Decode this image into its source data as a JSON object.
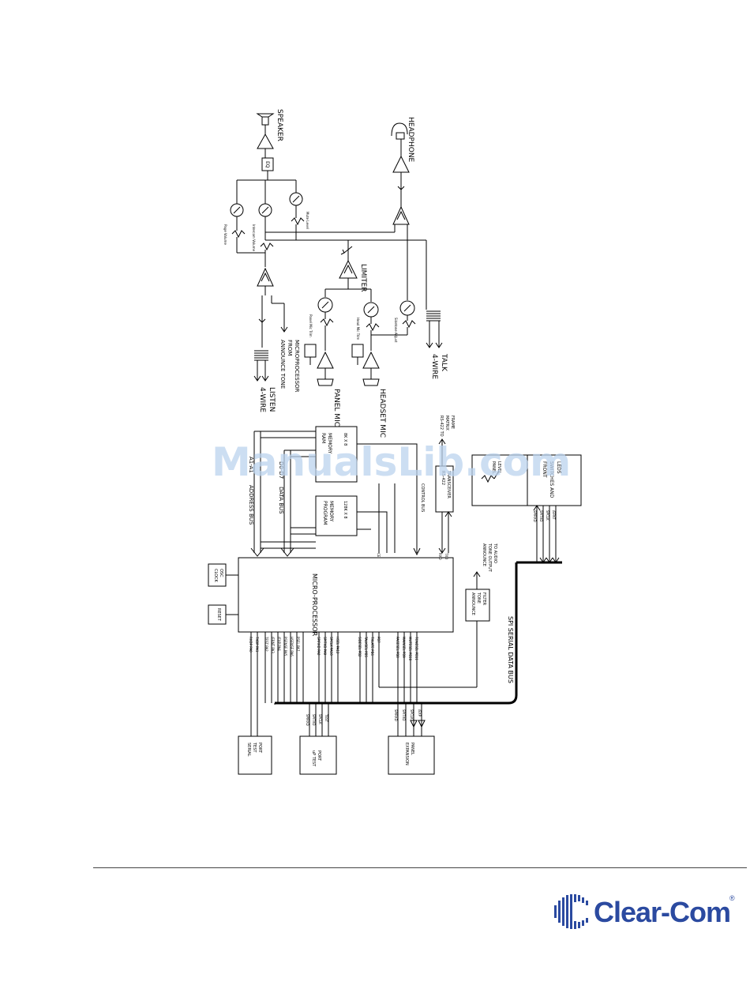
{
  "diagram": {
    "speaker": "SPEAKER",
    "headphone": "HEADPHONE",
    "eq": "EQ",
    "limiter": "LIMITER",
    "page_ctrl": "Page Volume",
    "intercom_volume": "Intercom Volume",
    "mute_level": "Mute Level",
    "panel_mic_trim": "Panel Mic Trim",
    "headset_mic_trim": "Head Mic Trim",
    "sidetone_adjust": "Sidetone Adjust",
    "four_wire_listen": [
      "4-WIRE",
      "LISTEN"
    ],
    "announce_tone": [
      "ANNOUNCE TONE",
      "FROM",
      "MICROPROCESSOR"
    ],
    "panel_mic": "PANEL MIC",
    "headset_mic": "HEADSET MIC",
    "four_wire_talk": [
      "4-WIRE",
      "TALK"
    ],
    "address_bus": "ADDRESS BUS",
    "address_range": "A1-A1",
    "data_bus": "DATA BUS",
    "data_range": "D0-D7",
    "ram_memory": [
      "RAM",
      "MEMORY",
      "8K X 8"
    ],
    "program_memory": [
      "PROGRAM",
      "MEMORY",
      "128K X 8"
    ],
    "control_bus": "CONTROL BUS",
    "rs422_transceiver": [
      "RS-422",
      "TRANSCEIVER"
    ],
    "rs422_to_matrix": [
      "RS-422 TO",
      "MATRIX",
      "FRAME"
    ],
    "clock_osc": [
      "CLOCK",
      "OSC"
    ],
    "reset": "RESET",
    "microprocessor": "MICRO-PROCESSOR",
    "announce_tone_filter": [
      "ANNOUNCE",
      "TONE",
      "FILTER"
    ],
    "announce_tone_output": [
      "ANNOUNCE",
      "TONE OUTPUT",
      "TO AUDIO"
    ],
    "panel_level": [
      "PANEL",
      "LEVEL"
    ],
    "front_panel_switches": [
      "FRONT",
      "SWITCHES AND",
      "LEDS"
    ],
    "spi_bus": "SPI SERIAL DATA BUS",
    "serial_test_port": [
      "SERIAL",
      "TEST",
      "PORT"
    ],
    "up_test_port": [
      "uP TEST",
      "PORT"
    ],
    "expansion_panel": [
      "EXPANSION",
      "PANEL"
    ],
    "cpu_pins_left": [
      "RXDP PA0",
      "TXDP PA1",
      "TEST PA2",
      "/ERNT PA3",
      "/EXP PA4",
      "PSENSE PA5",
      "HSENSE PA6",
      "PSEL PA7"
    ],
    "cpu_pins_mid": [
      "SPIRXD PA8",
      "SPITXD PA9",
      "SPCLK PA10",
      "HSEL PA12"
    ],
    "cpu_pins_right": [
      "SIDESEL PB2",
      "TALKSEL PB5",
      "TXLATE PB6",
      "PB7",
      "PAGESEL PB8",
      "MAINSEL PB9",
      "MUTESEL PB10",
      "TONESEL PB11"
    ],
    "fp_signals": [
      "SPIRXD",
      "SPITXD",
      "SPCLK",
      "/EFNT"
    ],
    "up_test_signals": [
      "SPIRXD",
      "SPITXD",
      "SPCLK",
      "TEST"
    ],
    "exp_signals": [
      "SPIRXD",
      "SPITXD",
      "SPCLK",
      "/EXP"
    ],
    "ctrl_signals": [
      "CE",
      "RXD",
      "TXD"
    ]
  },
  "watermark": "ManualsLib.com",
  "brand": {
    "name": "Clear-Com",
    "color": "#2b4aa0"
  }
}
